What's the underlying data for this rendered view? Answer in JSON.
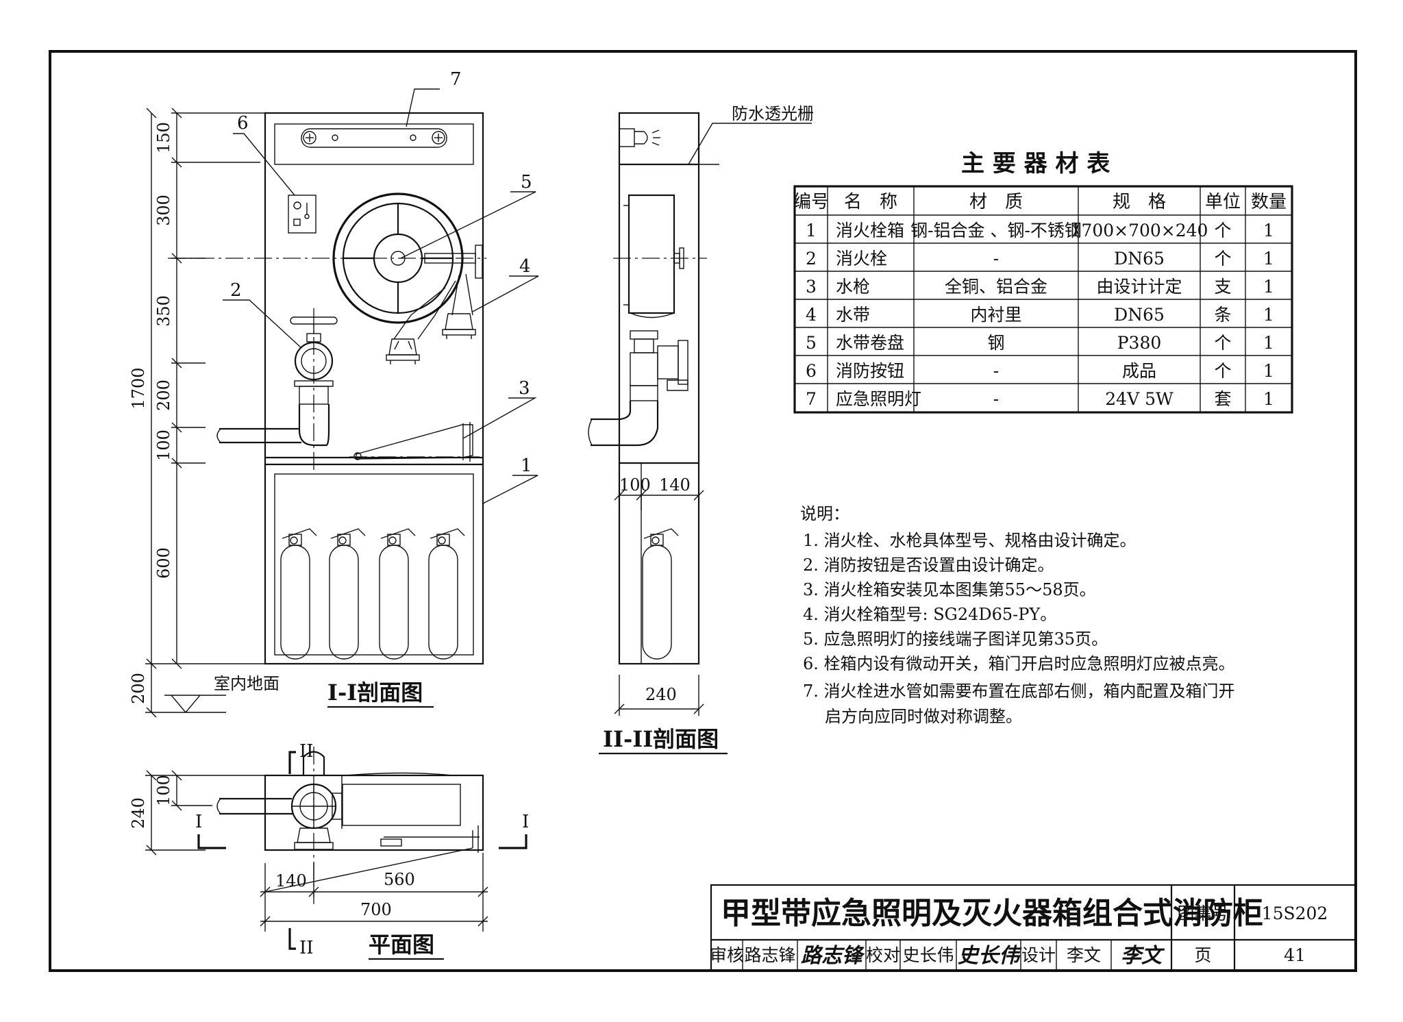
{
  "part_labels": [
    "7",
    "6",
    "5",
    "4",
    "2",
    "3",
    "1"
  ],
  "elevation_dims": [
    "150",
    "300",
    "350",
    "200",
    "100",
    "600"
  ],
  "total_height_dim": "1700",
  "floor_dim": "200",
  "floor_label": "室内地面",
  "section_side_dims": [
    "100",
    "140",
    "240"
  ],
  "grille_label": "防水透光栅",
  "plan_dims": {
    "depth": "240",
    "offset": "100",
    "a": "140",
    "b": "560",
    "total": "700"
  },
  "section_marks": {
    "I": "I",
    "II": "II"
  },
  "captions": {
    "section1": "I-I剖面图",
    "section2": "II-II剖面图",
    "plan": "平面图"
  },
  "table": {
    "title": "主 要 器 材 表",
    "headers": [
      "编号",
      "名　称",
      "材　质",
      "规　格",
      "单位",
      "数量"
    ],
    "rows": [
      [
        "1",
        "消火栓箱",
        "钢-铝合金 、钢-不锈钢",
        "1700×700×240",
        "个",
        "1"
      ],
      [
        "2",
        "消火栓",
        "-",
        "DN65",
        "个",
        "1"
      ],
      [
        "3",
        "水枪",
        "全铜、铝合金",
        "由设计计定",
        "支",
        "1"
      ],
      [
        "4",
        "水带",
        "内衬里",
        "DN65",
        "条",
        "1"
      ],
      [
        "5",
        "水带卷盘",
        "钢",
        "P380",
        "个",
        "1"
      ],
      [
        "6",
        "消防按钮",
        "-",
        "成品",
        "个",
        "1"
      ],
      [
        "7",
        "应急照明灯",
        "-",
        "24V 5W",
        "套",
        "1"
      ]
    ]
  },
  "notes": {
    "heading": "说明：",
    "items": [
      "1. 消火栓、水枪具体型号、规格由设计确定。",
      "2. 消防按钮是否设置由设计确定。",
      "3. 消火栓箱安装见本图集第55～58页。",
      "4. 消火栓箱型号: SG24D65-PY。",
      "5. 应急照明灯的接线端子图详见第35页。",
      "6. 栓箱内设有微动开关，箱门开启时应急照明灯应被点亮。",
      "7. 消火栓进水管如需要布置在底部右侧，箱内配置及箱门开",
      "启方向应同时做对称调整。"
    ]
  },
  "title_block": {
    "title": "甲型带应急照明及灭火器箱组合式消防柜",
    "atlas_label": "图集号",
    "atlas_no": "15S202",
    "review_label": "审核",
    "reviewer": "路志锋",
    "reviewer_sig": "路志锋",
    "check_label": "校对",
    "checker": "史长伟",
    "checker_sig": "史长伟",
    "design_label": "设计",
    "designer": "李文",
    "designer_sig": "李文",
    "page_label": "页",
    "page_no": "41"
  }
}
